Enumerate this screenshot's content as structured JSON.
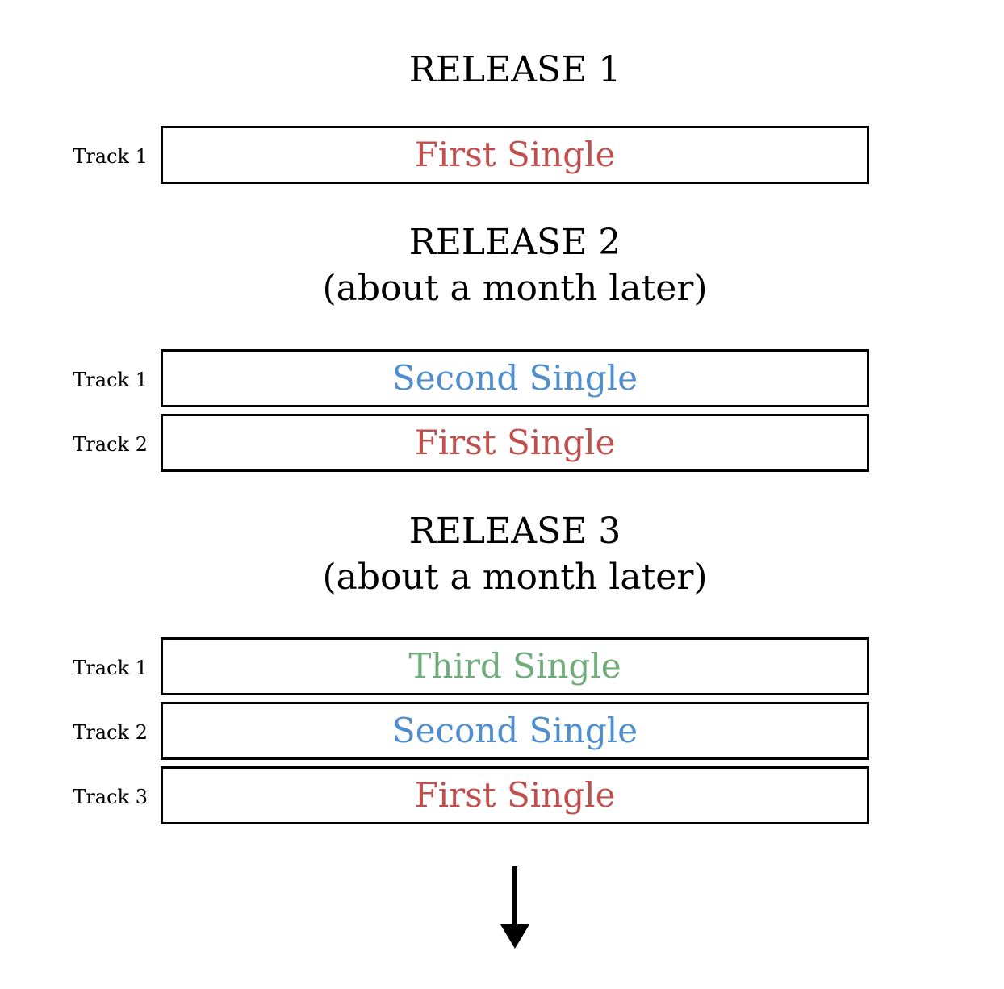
{
  "colors": {
    "first_single": "#c0504d",
    "second_single": "#4f8fcf",
    "third_single": "#6fab7b"
  },
  "releases": [
    {
      "title": "RELEASE 1",
      "subtitle": "",
      "tracks": [
        {
          "label": "Track 1",
          "title": "First Single",
          "color": "#c0504d"
        }
      ]
    },
    {
      "title": "RELEASE 2",
      "subtitle": "(about a month later)",
      "tracks": [
        {
          "label": "Track 1",
          "title": "Second Single",
          "color": "#4f8fcf"
        },
        {
          "label": "Track 2",
          "title": "First Single",
          "color": "#c0504d"
        }
      ]
    },
    {
      "title": "RELEASE 3",
      "subtitle": "(about a month later)",
      "tracks": [
        {
          "label": "Track 1",
          "title": "Third Single",
          "color": "#6fab7b"
        },
        {
          "label": "Track 2",
          "title": "Second Single",
          "color": "#4f8fcf"
        },
        {
          "label": "Track 3",
          "title": "First Single",
          "color": "#c0504d"
        }
      ]
    }
  ],
  "footer_icon": "down-arrow-icon"
}
